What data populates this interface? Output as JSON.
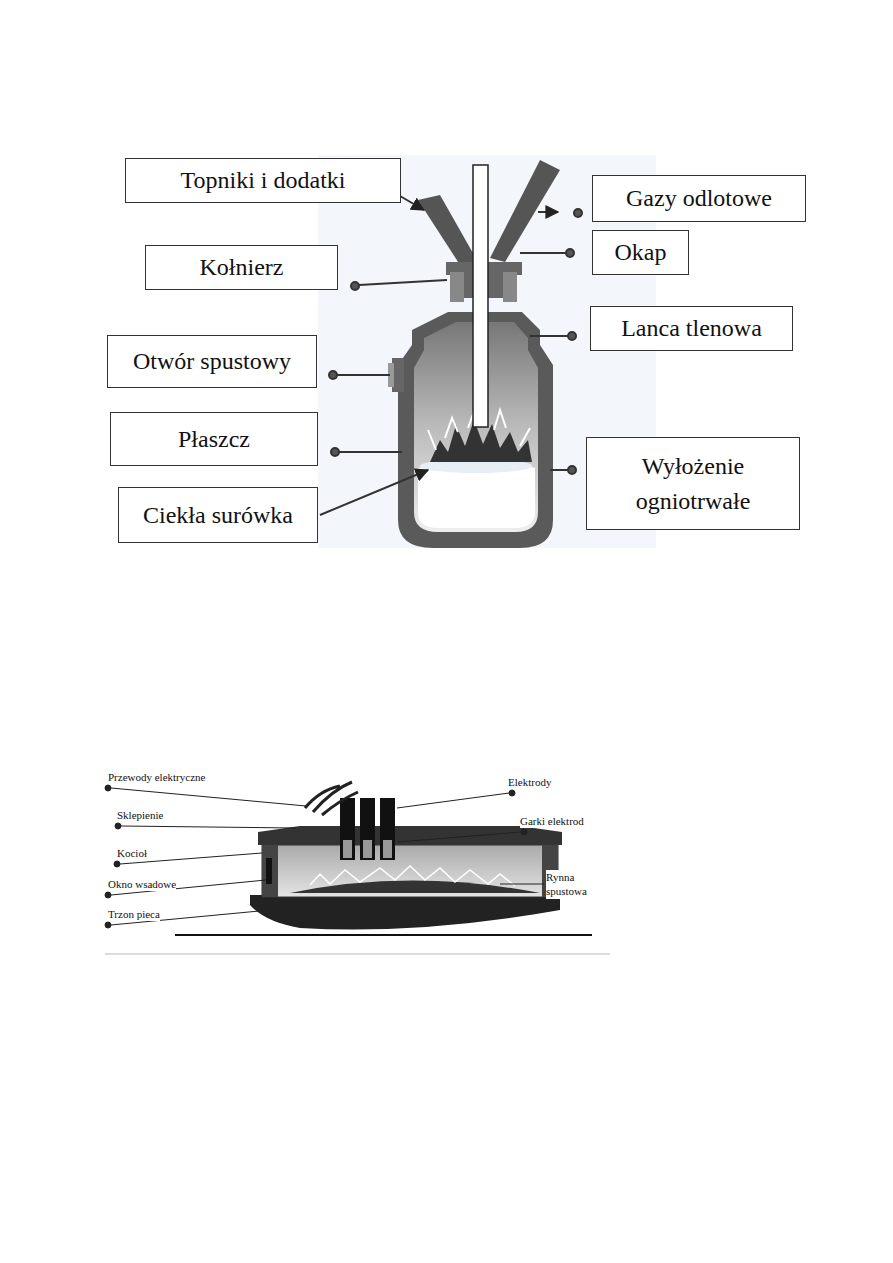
{
  "diagram": {
    "nodes": [
      {
        "text": [
          "Topniki i dodatki"
        ]
      },
      {
        "text": [
          "Gazy odlotowe"
        ]
      },
      {
        "text": [
          "Kołnierz"
        ]
      },
      {
        "text": [
          "Okap"
        ]
      },
      {
        "text": [
          "Lanca tlenowa"
        ]
      },
      {
        "text": [
          "Otwór spustowy"
        ]
      },
      {
        "text": [
          "Płaszcz"
        ]
      },
      {
        "text": [
          "Wyłożenie ogniotrwałe"
        ]
      },
      {
        "text": [
          "Ciekła surówka"
        ]
      }
    ],
    "labels": [
      "Przewody elektryczne",
      "Elektrody",
      "Sklepienie",
      "Garki elektrod",
      "Kocioł",
      "Okno wsadowe",
      "Rynna spustowa",
      "Trzon pieca"
    ]
  }
}
